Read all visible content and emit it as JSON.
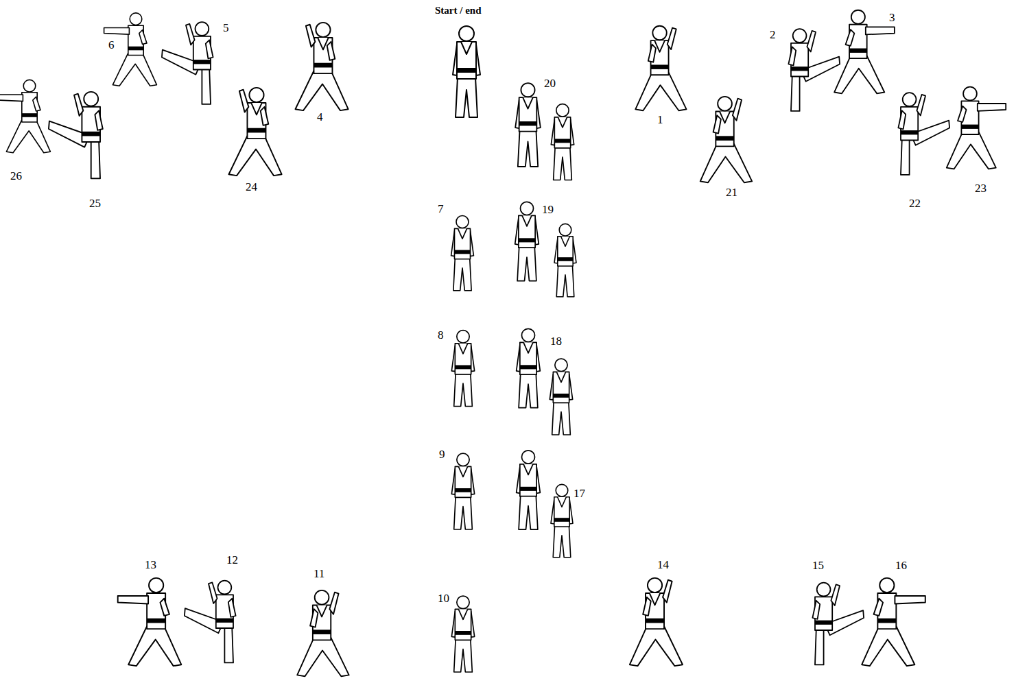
{
  "diagram": {
    "labels": [
      "Start / end",
      "20",
      "1",
      "2",
      "3",
      "6",
      "5",
      "4",
      "26",
      "25",
      "24",
      "21",
      "22",
      "23",
      "7",
      "19",
      "8",
      "18",
      "9",
      "17",
      "13",
      "12",
      "11",
      "10",
      "14",
      "15",
      "16"
    ]
  }
}
